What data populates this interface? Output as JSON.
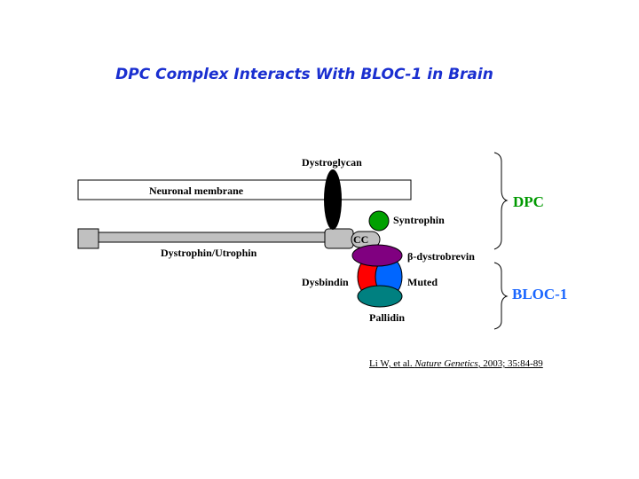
{
  "title": "DPC Complex Interacts With BLOC-1 in Brain",
  "labels": {
    "membrane": "Neuronal membrane",
    "dystroglycan": "Dystroglycan",
    "dystrophin": "Dystrophin/Utrophin",
    "cc": "CC",
    "syntrophin": "Syntrophin",
    "dystrobrevin": "β-dystrobrevin",
    "dysbindin": "Dysbindin",
    "muted": "Muted",
    "pallidin": "Pallidin"
  },
  "groups": {
    "dpc": "DPC",
    "bloc1": "BLOC-1"
  },
  "citation": {
    "prefix": "Li W, et al. ",
    "journal": "Nature Genetics",
    "suffix": ", 2003; 35:84-89"
  },
  "colors": {
    "title": "#1a2fd0",
    "dpc": "#009900",
    "bloc1": "#1a66ff",
    "dystroglycan": "#000000",
    "syntrophin": "#00a000",
    "dystrobrevin": "#800080",
    "dysbindin": "#ff0000",
    "muted": "#0066ff",
    "pallidin": "#008080",
    "rod": "#c0c0c0"
  }
}
